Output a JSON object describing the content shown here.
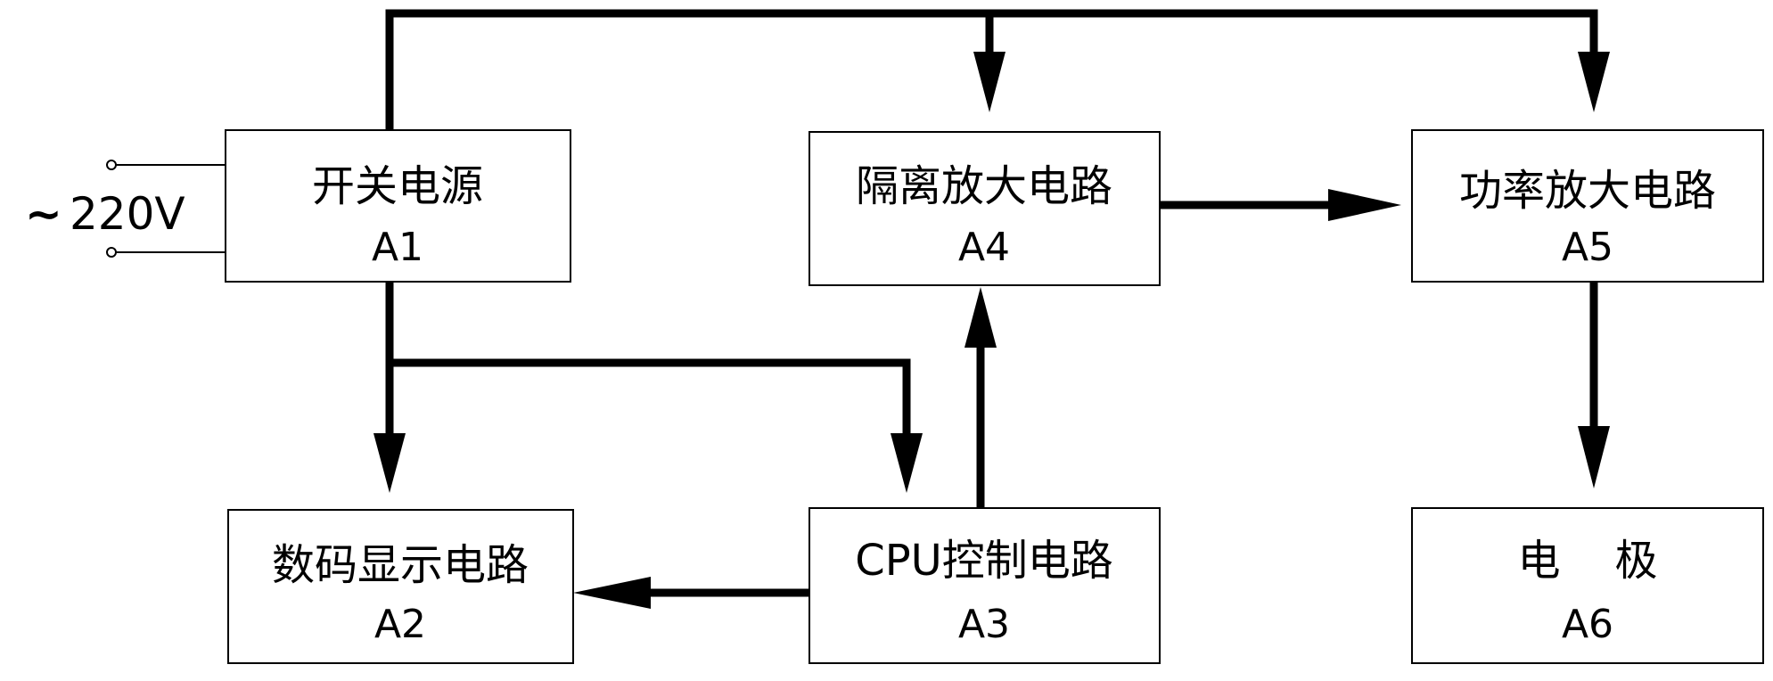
{
  "supply": {
    "symbol": "∼",
    "label": "220V"
  },
  "blocks": [
    {
      "id": "A1",
      "title": "开关电源"
    },
    {
      "id": "A2",
      "title": "数码显示电路"
    },
    {
      "id": "A3",
      "title": "CPU控制电路"
    },
    {
      "id": "A4",
      "title": "隔离放大电路"
    },
    {
      "id": "A5",
      "title": "功率放大电路"
    },
    {
      "id": "A6",
      "title": "电    极"
    }
  ]
}
